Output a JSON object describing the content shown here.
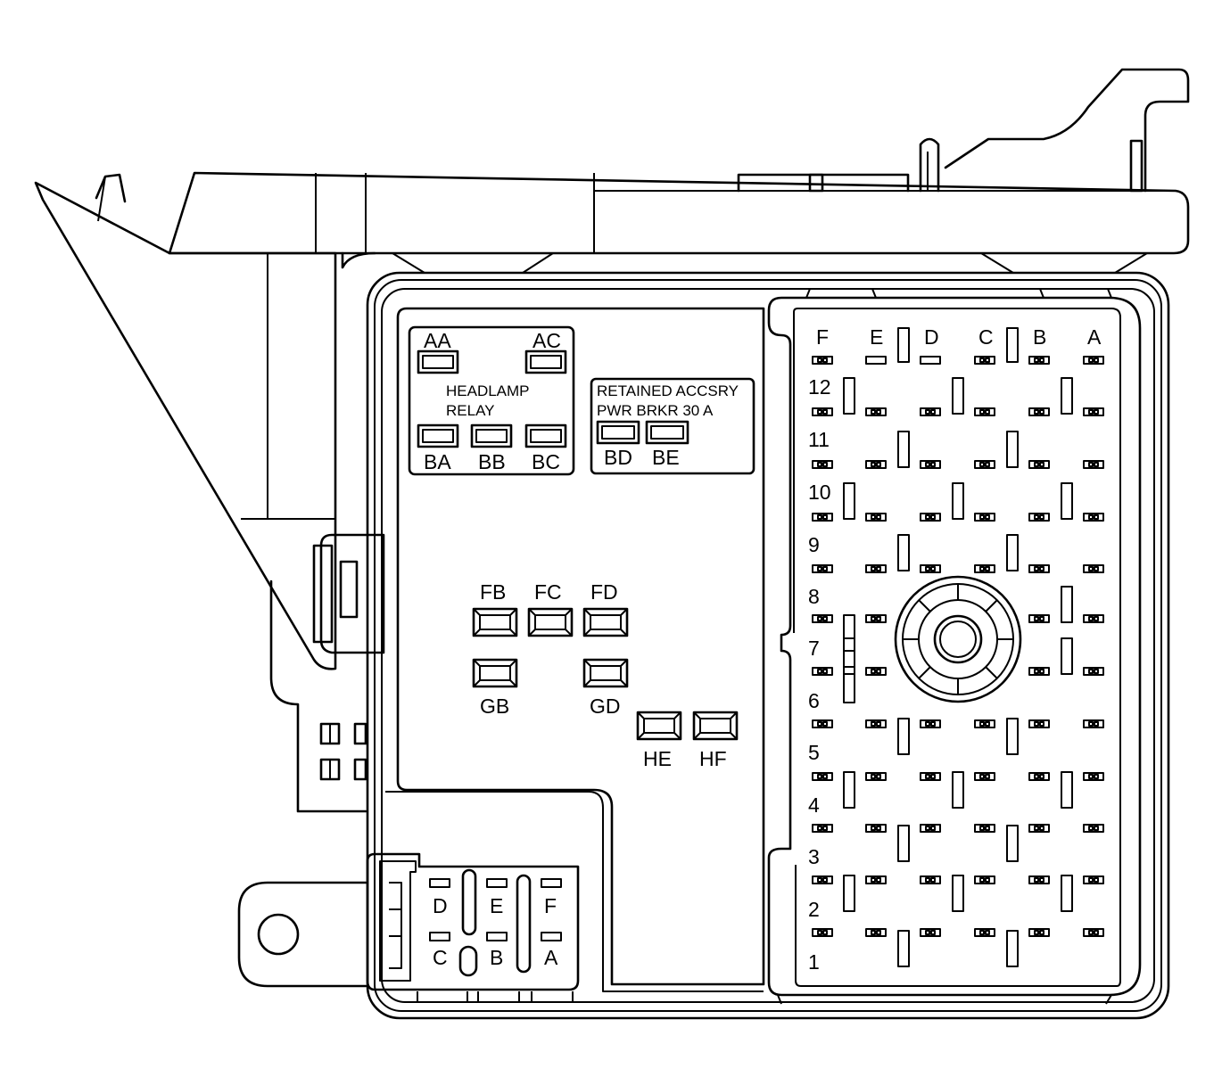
{
  "relay_group": {
    "top_labels": [
      "AA",
      "AC"
    ],
    "title_line1": "HEADLAMP",
    "title_line2": "RELAY",
    "bottom_labels": [
      "BA",
      "BB",
      "BC"
    ]
  },
  "breaker_group": {
    "title_line1": "RETAINED ACCSRY",
    "title_line2": "PWR BRKR 30 A",
    "labels": [
      "BD",
      "BE"
    ]
  },
  "mini_fuses": {
    "row_f": [
      "FB",
      "FC",
      "FD"
    ],
    "row_g": [
      "GB",
      "GD"
    ],
    "row_h": [
      "HE",
      "HF"
    ]
  },
  "main_connector": {
    "columns": [
      "F",
      "E",
      "D",
      "C",
      "B",
      "A"
    ],
    "rows": [
      "12",
      "11",
      "10",
      "9",
      "8",
      "7",
      "6",
      "5",
      "4",
      "3",
      "2",
      "1"
    ]
  },
  "small_connector": {
    "top_labels": [
      "D",
      "E",
      "F"
    ],
    "bottom_labels": [
      "C",
      "B",
      "A"
    ]
  }
}
